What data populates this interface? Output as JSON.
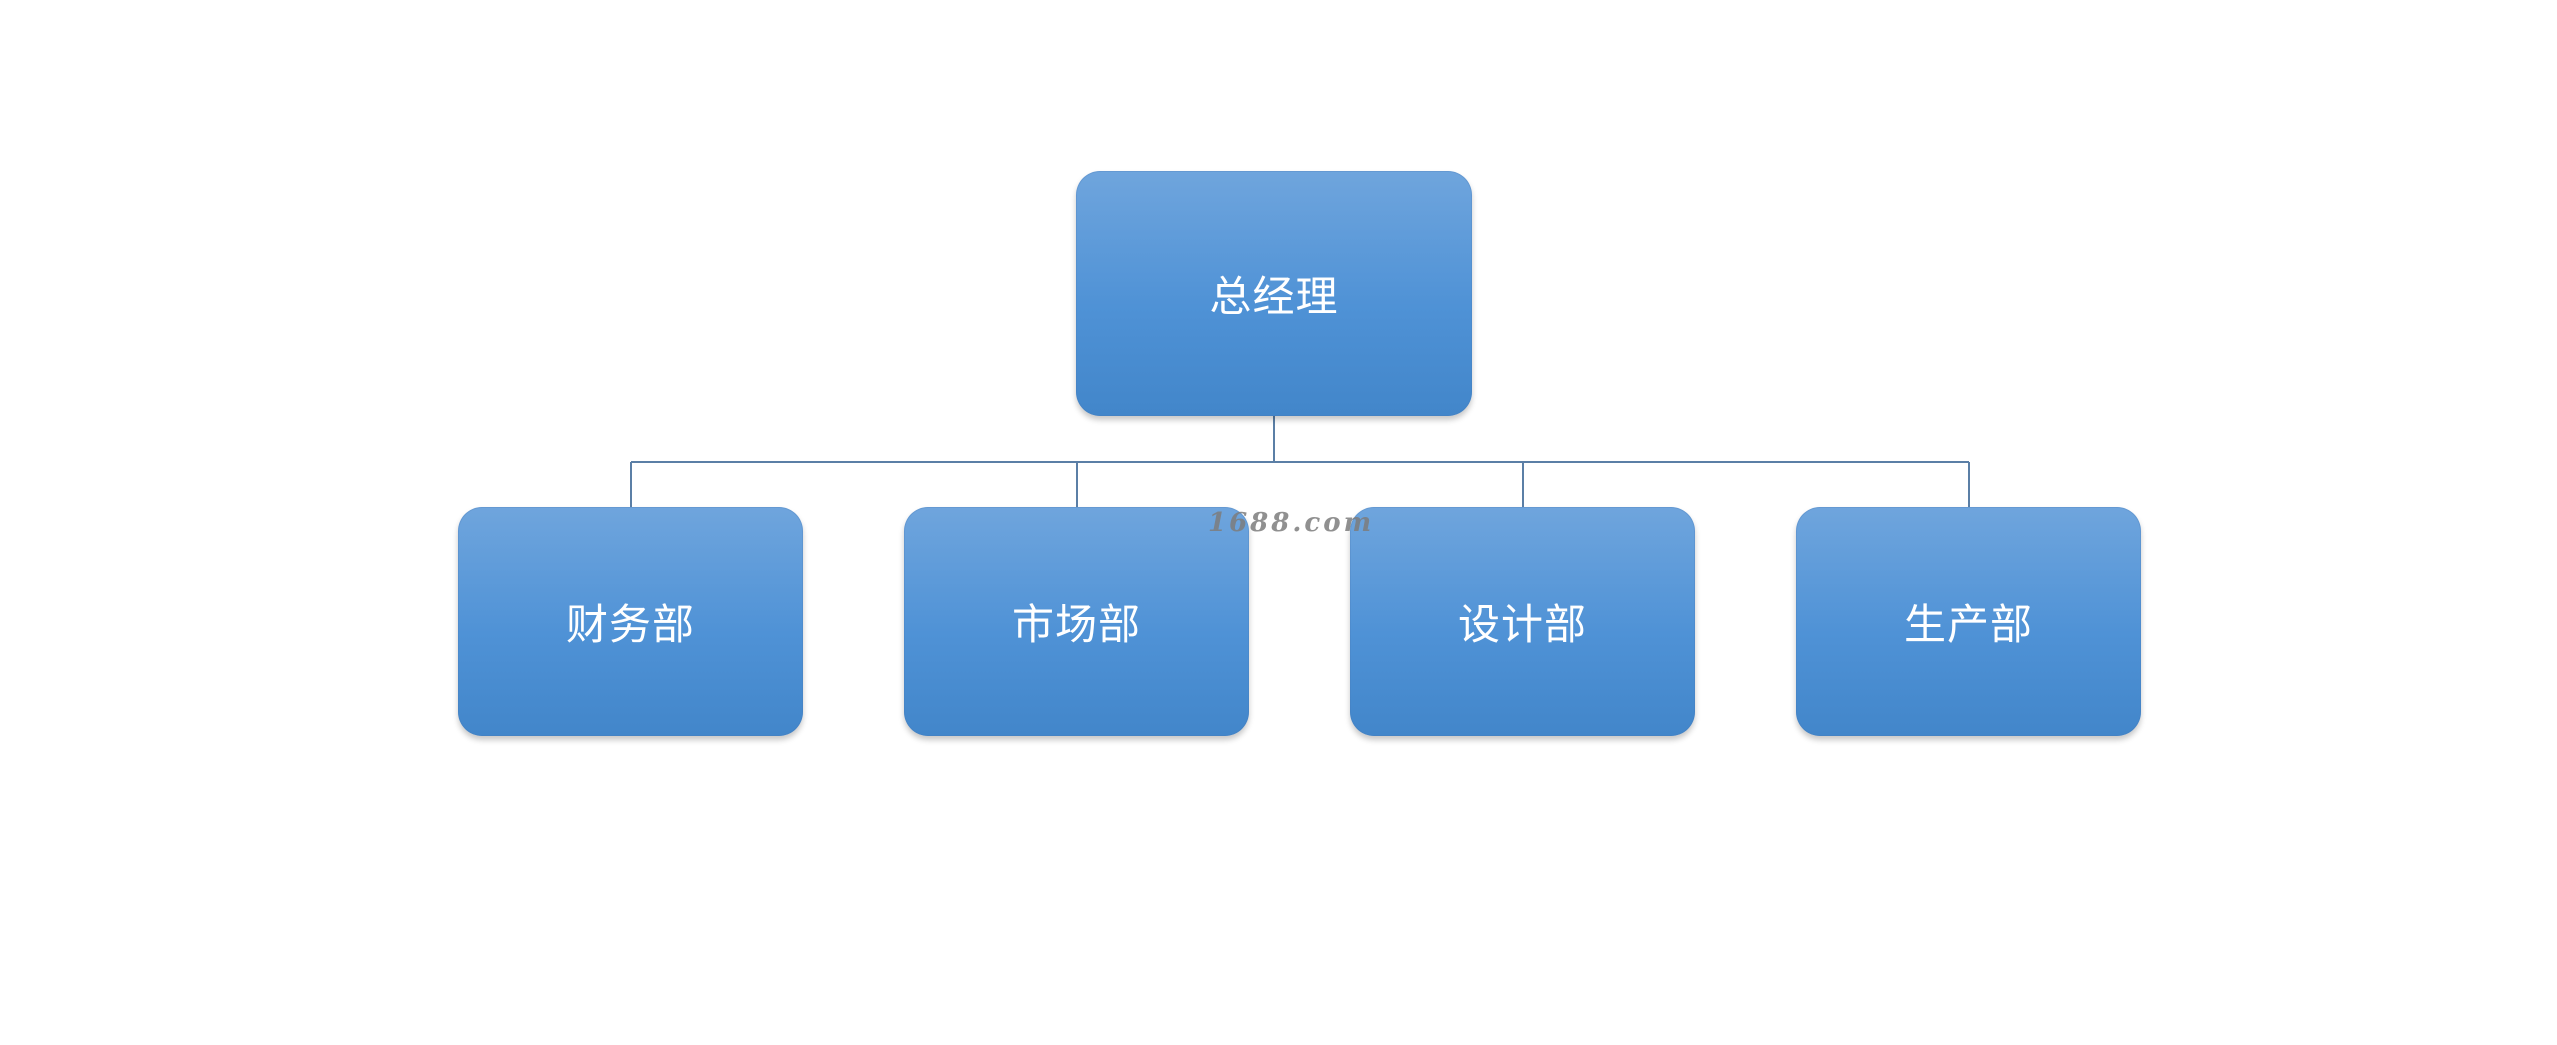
{
  "diagram": {
    "root": {
      "label": "总经理"
    },
    "children": [
      {
        "label": "财务部"
      },
      {
        "label": "市场部"
      },
      {
        "label": "设计部"
      },
      {
        "label": "生产部"
      }
    ]
  },
  "watermark": {
    "text": "1688.com"
  },
  "colors": {
    "node_top": "#6fa5dd",
    "node_bottom": "#4286ca",
    "connector": "#5b7fa6",
    "text": "#ffffff"
  }
}
